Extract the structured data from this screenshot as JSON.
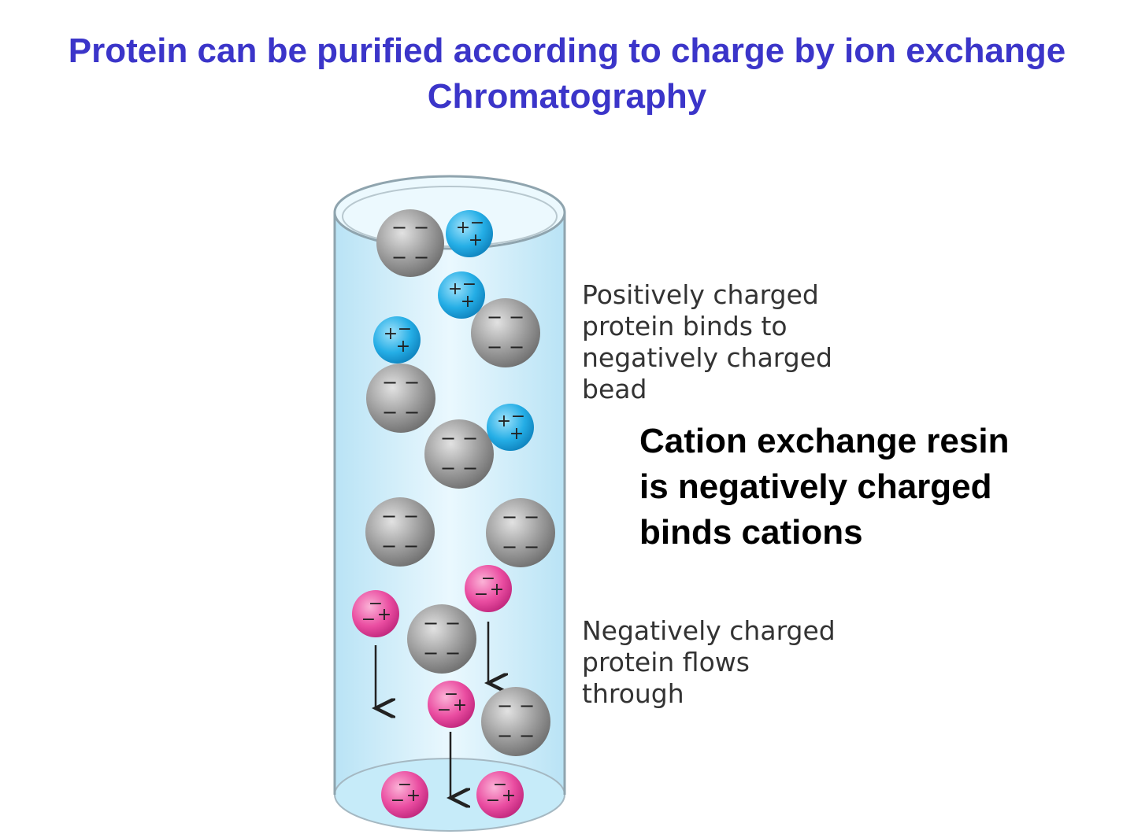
{
  "title": {
    "line1": "Protein can be purified according to charge by ion exchange",
    "line2": "Chromatography"
  },
  "colors": {
    "title": "#3b35c9",
    "column_fill": "#d6f0fb",
    "bead_gray": "#8a8a8a",
    "positive_protein": "#1fa6e0",
    "negative_protein": "#e8399a"
  },
  "callouts": {
    "positive": [
      "Positively charged",
      "protein binds to",
      "negatively charged",
      "bead"
    ],
    "negative": [
      "Negatively charged",
      "protein flows",
      "through"
    ]
  },
  "resin_note": [
    "Cation exchange resin",
    "is negatively charged",
    "binds cations"
  ],
  "charge_symbols": {
    "minus": "−",
    "plus": "+"
  }
}
